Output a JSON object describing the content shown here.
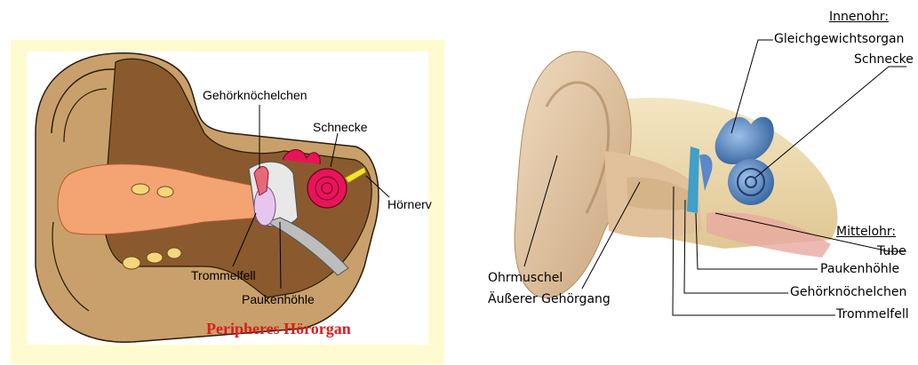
{
  "left_diagram": {
    "caption": "Peripheres Hörorgan",
    "labels": {
      "ossicles": "Gehörknöchelchen",
      "cochlea": "Schnecke",
      "auditory_nerve": "Hörnerv",
      "eardrum": "Trommelfell",
      "tympanic_cavity": "Paukenhöhle"
    },
    "colors": {
      "frame": "#fffbd0",
      "skin": "#c9a06b",
      "bone": "#8a5a2e",
      "canal": "#f4a373",
      "cochlea": "#e8145a",
      "nerve": "#f6e12a"
    }
  },
  "right_diagram": {
    "labels": {
      "inner_ear_heading": "Innenohr:",
      "balance_organ": "Gleichgewichtsorgan",
      "cochlea": "Schnecke",
      "middle_ear_heading": "Mittelohr:",
      "tube": "Tube",
      "tympanic_cavity": "Paukenhöhle",
      "ossicles": "Gehörknöchelchen",
      "eardrum": "Trommelfell",
      "pinna": "Ohrmuschel",
      "outer_canal": "Äußerer Gehörgang"
    },
    "colors": {
      "skin": "#e3c9a6",
      "bone": "#e9d6a8",
      "inner_ear": "#4f85c7"
    }
  }
}
